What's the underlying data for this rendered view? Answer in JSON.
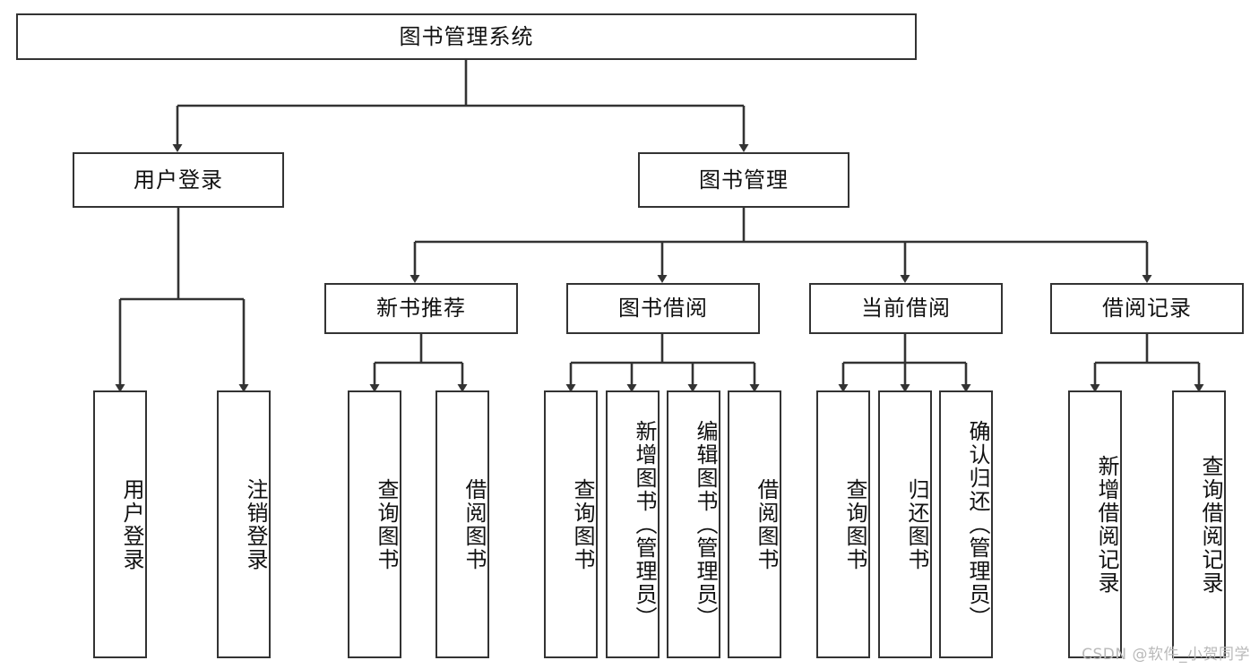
{
  "diagram": {
    "title": "图书管理系统",
    "type": "tree-structure-chart",
    "line_color": "#333333",
    "box_fill": "#ffffff",
    "text_color": "#111111",
    "watermark": "CSDN @软件_小贺同学",
    "levels": {
      "root": {
        "label": "图书管理系统"
      },
      "level2": [
        {
          "id": "user-login",
          "label": "用户登录"
        },
        {
          "id": "book-manage",
          "label": "图书管理"
        }
      ],
      "level3": [
        {
          "id": "new-book-recommend",
          "label": "新书推荐"
        },
        {
          "id": "book-borrow",
          "label": "图书借阅"
        },
        {
          "id": "current-borrow",
          "label": "当前借阅"
        },
        {
          "id": "borrow-record",
          "label": "借阅记录"
        }
      ],
      "leaves": {
        "user_login": [
          {
            "id": "leaf-user-login",
            "label": "用户登录"
          },
          {
            "id": "leaf-logout-login",
            "label": "注销登录"
          }
        ],
        "new_book_recommend": [
          {
            "id": "leaf-query-book-1",
            "label": "查询图书"
          },
          {
            "id": "leaf-borrow-book-1",
            "label": "借阅图书"
          }
        ],
        "book_borrow": [
          {
            "id": "leaf-query-book-2",
            "label": "查询图书"
          },
          {
            "id": "leaf-add-book-admin",
            "label": "新增图书（管理员）"
          },
          {
            "id": "leaf-edit-book-admin",
            "label": "编辑图书（管理员）"
          },
          {
            "id": "leaf-borrow-book-2",
            "label": "借阅图书"
          }
        ],
        "current_borrow": [
          {
            "id": "leaf-query-book-3",
            "label": "查询图书"
          },
          {
            "id": "leaf-return-book",
            "label": "归还图书"
          },
          {
            "id": "leaf-confirm-return-admin",
            "label": "确认归还（管理员）"
          }
        ],
        "borrow_record": [
          {
            "id": "leaf-add-borrow-record",
            "label": "新增借阅记录"
          },
          {
            "id": "leaf-query-borrow-record",
            "label": "查询借阅记录"
          }
        ]
      }
    }
  }
}
